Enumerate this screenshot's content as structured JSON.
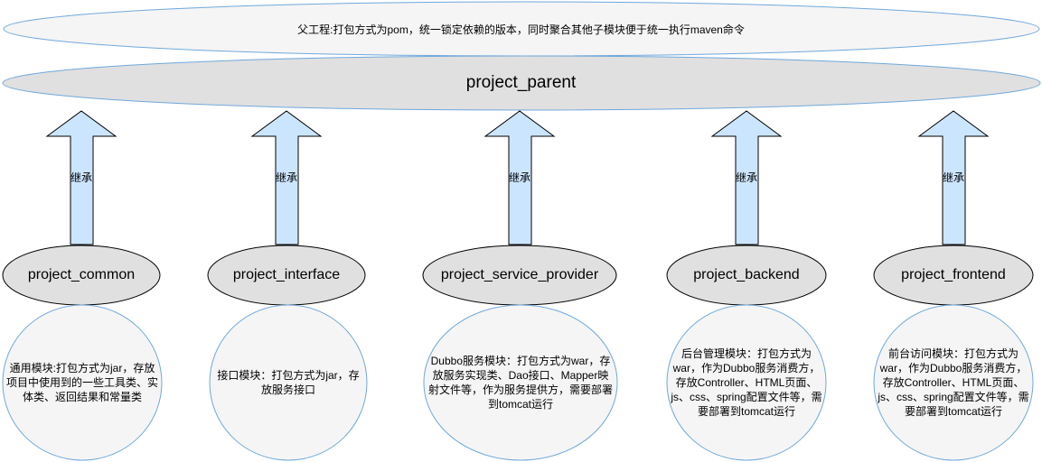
{
  "diagram": {
    "top_note": "父工程:打包方式为pom，统一锁定依赖的版本，同时聚合其他子模块便于统一执行maven命令",
    "parent": "project_parent",
    "inherit_label": "继承",
    "modules": [
      {
        "name": "project_common",
        "desc": "通用模块:打包方式为jar，存放项目中使用到的一些工具类、实体类、返回结果和常量类"
      },
      {
        "name": "project_interface",
        "desc": "接口模块：打包方式为jar，存放服务接口"
      },
      {
        "name": "project_service_provider",
        "desc": "Dubbo服务模块：打包方式为war，存放服务实现类、Dao接口、Mapper映射文件等，作为服务提供方，需要部署到tomcat运行"
      },
      {
        "name": "project_backend",
        "desc": "后台管理模块：打包方式为war，作为Dubbo服务消费方，存放Controller、HTML页面、js、css、spring配置文件等，需要部署到tomcat运行"
      },
      {
        "name": "project_frontend",
        "desc": "前台访问模块：打包方式为war，作为Dubbo服务消费方，存放Controller、HTML页面、js、css、spring配置文件等，需要部署到tomcat运行"
      }
    ],
    "colors": {
      "ellipse_stroke": "#6fa8dc",
      "parent_fill": "#e0e0e0",
      "module_fill": "#e0e0e0",
      "arrow_fill": "#cce5ff",
      "desc_fill": "#f5f5f5"
    }
  }
}
